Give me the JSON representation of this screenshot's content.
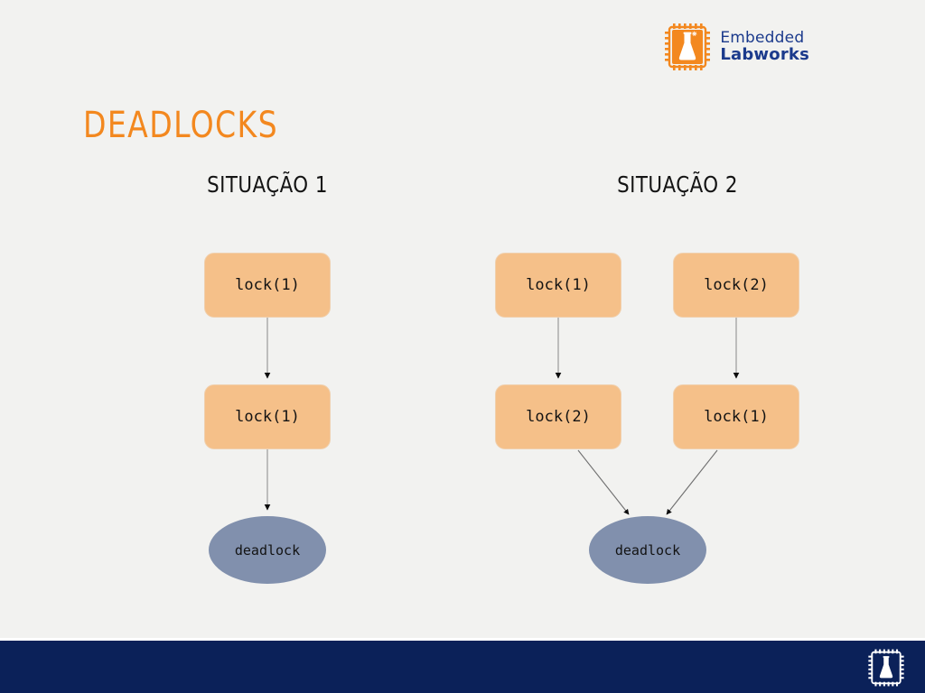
{
  "brand": {
    "line1": "Embedded",
    "line2": "Labworks",
    "mark_icon": "chip-flask-icon",
    "mark_color": "#f3881f",
    "text_color": "#1b3a8c"
  },
  "slide": {
    "title": "DEADLOCKS",
    "title_color": "#f3881f",
    "background_color": "#f2f2f0"
  },
  "colors": {
    "node_fill": "#f5c089",
    "node_stroke": "#f0d0ae",
    "terminal_fill": "#8190ad",
    "edge_stroke": "#9a9a9a",
    "arrowhead": "#0d0d0d",
    "footer_bar": "#0b2159"
  },
  "columns": [
    {
      "heading": "SITUAÇÃO 1",
      "nodes": [
        {
          "id": "s1n1",
          "label": "lock(1)",
          "shape": "box"
        },
        {
          "id": "s1n2",
          "label": "lock(1)",
          "shape": "box"
        },
        {
          "id": "s1n3",
          "label": "deadlock",
          "shape": "ellipse"
        }
      ],
      "edges": [
        {
          "from": "s1n1",
          "to": "s1n2"
        },
        {
          "from": "s1n2",
          "to": "s1n3"
        }
      ]
    },
    {
      "heading": "SITUAÇÃO 2",
      "nodes": [
        {
          "id": "s2n1",
          "label": "lock(1)",
          "shape": "box"
        },
        {
          "id": "s2n2",
          "label": "lock(2)",
          "shape": "box"
        },
        {
          "id": "s2n3",
          "label": "lock(2)",
          "shape": "box"
        },
        {
          "id": "s2n4",
          "label": "lock(1)",
          "shape": "box"
        },
        {
          "id": "s2n5",
          "label": "deadlock",
          "shape": "ellipse"
        }
      ],
      "edges": [
        {
          "from": "s2n1",
          "to": "s2n3"
        },
        {
          "from": "s2n2",
          "to": "s2n4"
        },
        {
          "from": "s2n3",
          "to": "s2n5"
        },
        {
          "from": "s2n4",
          "to": "s2n5"
        }
      ]
    }
  ],
  "footer": {
    "mark_icon": "chip-flask-icon"
  }
}
